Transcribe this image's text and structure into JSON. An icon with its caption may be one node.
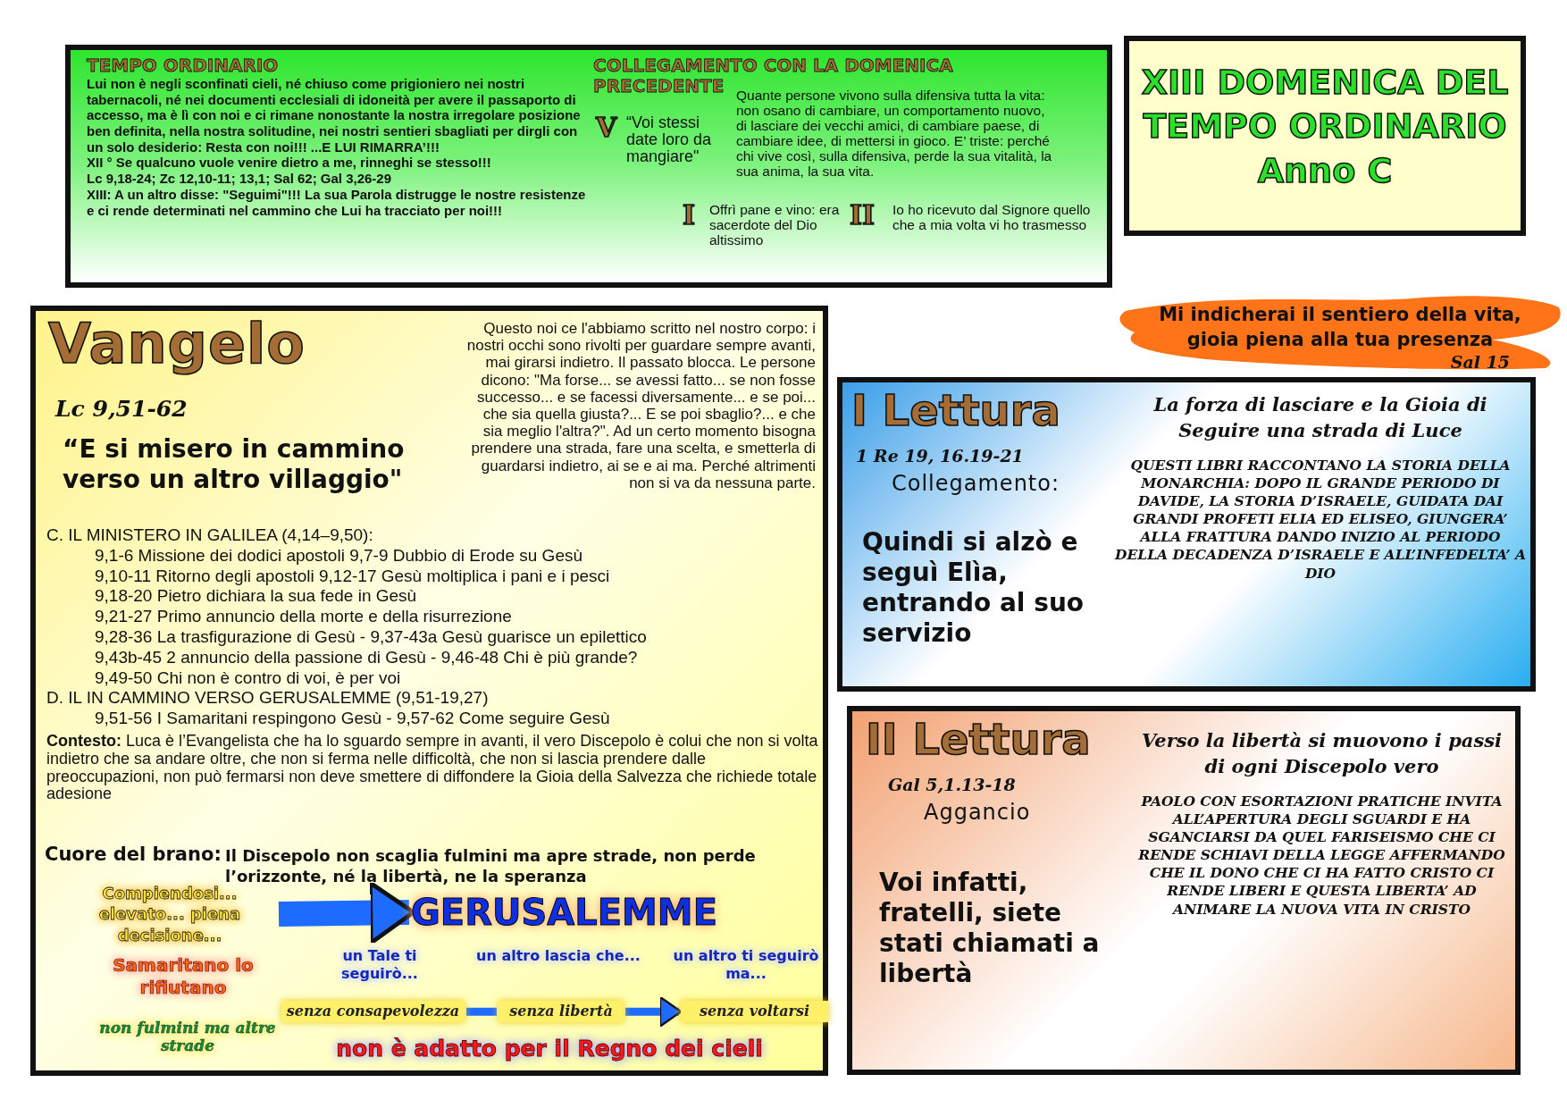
{
  "diagram": {
    "nodes": [
      {
        "text": [
          "TEMPO ORDINARIO",
          "Lui non è negli sconfinati cieli, né chiuso come prigioniero nei nostri tabernacoli, né nei documenti ecclesiali di idoneità per avere il passaporto di accesso, ma è lì con noi e ci rimane nonostante la nostra irregolare posizione ben definita, nella nostra solitudine, nei nostri sentieri sbagliati per dirgli con un solo desiderio: Resta con noi!!! ...E LUI RIMARRA’!!!",
          "XII ° Se qualcuno vuole venire dietro a me, rinneghi se stesso!!!",
          "Lc 9,18-24; Zc 12,10-11; 13,1; Sal 62; Gal 3,26-29",
          "XIII: A un altro disse: \"Seguimi\"!!! La sua Parola distrugge le nostre resistenze e ci rende determinati nel cammino che Lui ha tracciato per noi!!!",
          "COLLEGAMENTO CON LA DOMENICA PRECEDENTE",
          "V",
          "“Voi stessi date loro da mangiare\"",
          "Quante persone vivono sulla difensiva tutta la vita: non osano di cambiare, un comportamento nuovo, di lasciare dei vecchi amici, di cambiare paese, di cambiare idee, di mettersi in gioco. E’ triste: perché chi vive così, sulla difensiva, perde la sua vitalità, la sua anima, la sua vita.",
          "I",
          "Offrì pane e vino: era sacerdote del Dio altissimo",
          "II",
          "Io ho ricevuto dal Signore quello che a mia volta vi ho trasmesso"
        ]
      },
      {
        "text": [
          "XIII DOMENICA DEL TEMPO ORDINARIO Anno C"
        ]
      },
      {
        "text": [
          "Mi indicherai il sentiero della vita, gioia piena alla tua presenza",
          "Sal 15"
        ]
      },
      {
        "text": [
          "Vangelo",
          "Lc 9,51-62",
          "“E si misero in cammino verso un altro villaggio\"",
          "Questo noi ce l'abbiamo scritto nel nostro corpo: i nostri occhi sono rivolti per guardare sempre avanti, mai girarsi indietro. Il passato blocca. Le persone dicono: \"Ma forse... se avessi fatto... se non fosse successo... e se facessi diversamente... e se poi... che sia quella giusta?... E se poi sbaglio?... e che sia meglio l'altra?\". Ad un certo momento bisogna prendere una strada, fare una scelta, e smetterla di guardarsi indietro, ai se e ai ma. Perché altrimenti non si va da nessuna parte.",
          "C. IL MINISTERO IN GALILEA (4,14–9,50):",
          "9,1-6 Missione dei dodici apostoli 9,7-9 Dubbio di Erode su Gesù",
          "9,10-11 Ritorno degli apostoli 9,12-17 Gesù moltiplica i pani e i pesci",
          "9,18-20 Pietro dichiara la sua fede in Gesù",
          "9,21-27 Primo annuncio della morte e della risurrezione",
          "9,28-36 La trasfigurazione di Gesù - 9,37-43a Gesù guarisce un epilettico",
          "9,43b-45 2 annuncio della passione di Gesù - 9,46-48 Chi è più grande?",
          "9,49-50 Chi non è contro di voi, è per voi",
          "D. IL IN CAMMINO VERSO GERUSALEMME (9,51-19,27)",
          "9,51-56 I Samaritani respingono Gesù - 9,57-62 Come seguire Gesù",
          "**Contesto:** Luca è l’Evangelista che ha lo sguardo sempre in avanti, il vero Discepolo è colui che non si volta indietro che sa andare oltre, che non si ferma nelle difficoltà, che non si lascia prendere dalle preoccupazioni, non può fermarsi non deve smettere di diffondere la Gioia della Salvezza che richiede totale adesione",
          "Cuore del brano:",
          "Il Discepolo non scaglia fulmini ma apre strade, non perde l’orizzonte, né la libertà, ne la speranza",
          "un Tale ti seguirò...",
          "un altro lascia che...",
          "un altro ti seguirò ma...",
          "Samaritano lo rifiutano",
          "non fulmini ma altre strade",
          "non è adatto per il Regno dei cieli"
        ]
      },
      {
        "text": [
          "Compiendosi... elevato... piena decisione..."
        ],
        "in": 3
      },
      {
        "text": [
          "GERUSALEMME"
        ],
        "in": 3
      },
      {
        "text": [
          "senza consapevolezza"
        ],
        "in": 3
      },
      {
        "text": [
          "senza libertà"
        ],
        "in": 3
      },
      {
        "text": [
          "senza voltarsi"
        ],
        "in": 3
      },
      {
        "text": [
          "I Lettura",
          "1 Re 19, 16.19-21",
          "Collegamento:",
          "Quindi si alzò e seguì Elìa, entrando al suo servizio",
          "La forza di lasciare e la Gioia di Seguire una strada di Luce",
          "QUESTI LIBRI RACCONTANO LA STORIA DELLA MONARCHIA: DOPO IL GRANDE PERIODO DI DAVIDE, LA STORIA D’ISRAELE, GUIDATA DAI GRANDI PROFETI ELIA ED ELISEO, GIUNGERA’ ALLA FRATTURA DANDO INIZIO AL PERIODO DELLA DECADENZA D’ISRAELE E ALL’INFEDELTA’ A DIO"
        ]
      },
      {
        "text": [
          "II Lettura",
          "Gal 5,1.13-18",
          "Aggancio",
          "Voi infatti, fratelli, siete stati chiamati a libertà",
          "Verso la libertà si muovono i passi di ogni Discepolo vero",
          "PAOLO CON ESORTAZIONI PRATICHE INVITA ALL’APERTURA DEGLI SGUARDI E HA SGANCIARSI DA QUEL FARISEISMO CHE CI RENDE SCHIAVI DELLA LEGGE AFFERMANDO CHE IL DONO CHE CI HA FATTO CRISTO CI RENDE LIBERI E QUESTA LIBERTA’ AD ANIMARE LA NUOVA VITA IN CRISTO"
        ]
      }
    ],
    "edges": [
      {
        "from": 4,
        "to": 5,
        "arrow": "to",
        "style": "thick"
      },
      {
        "from": 6,
        "to": 7,
        "arrow": "none"
      },
      {
        "from": 7,
        "to": 8,
        "arrow": "to"
      }
    ]
  }
}
